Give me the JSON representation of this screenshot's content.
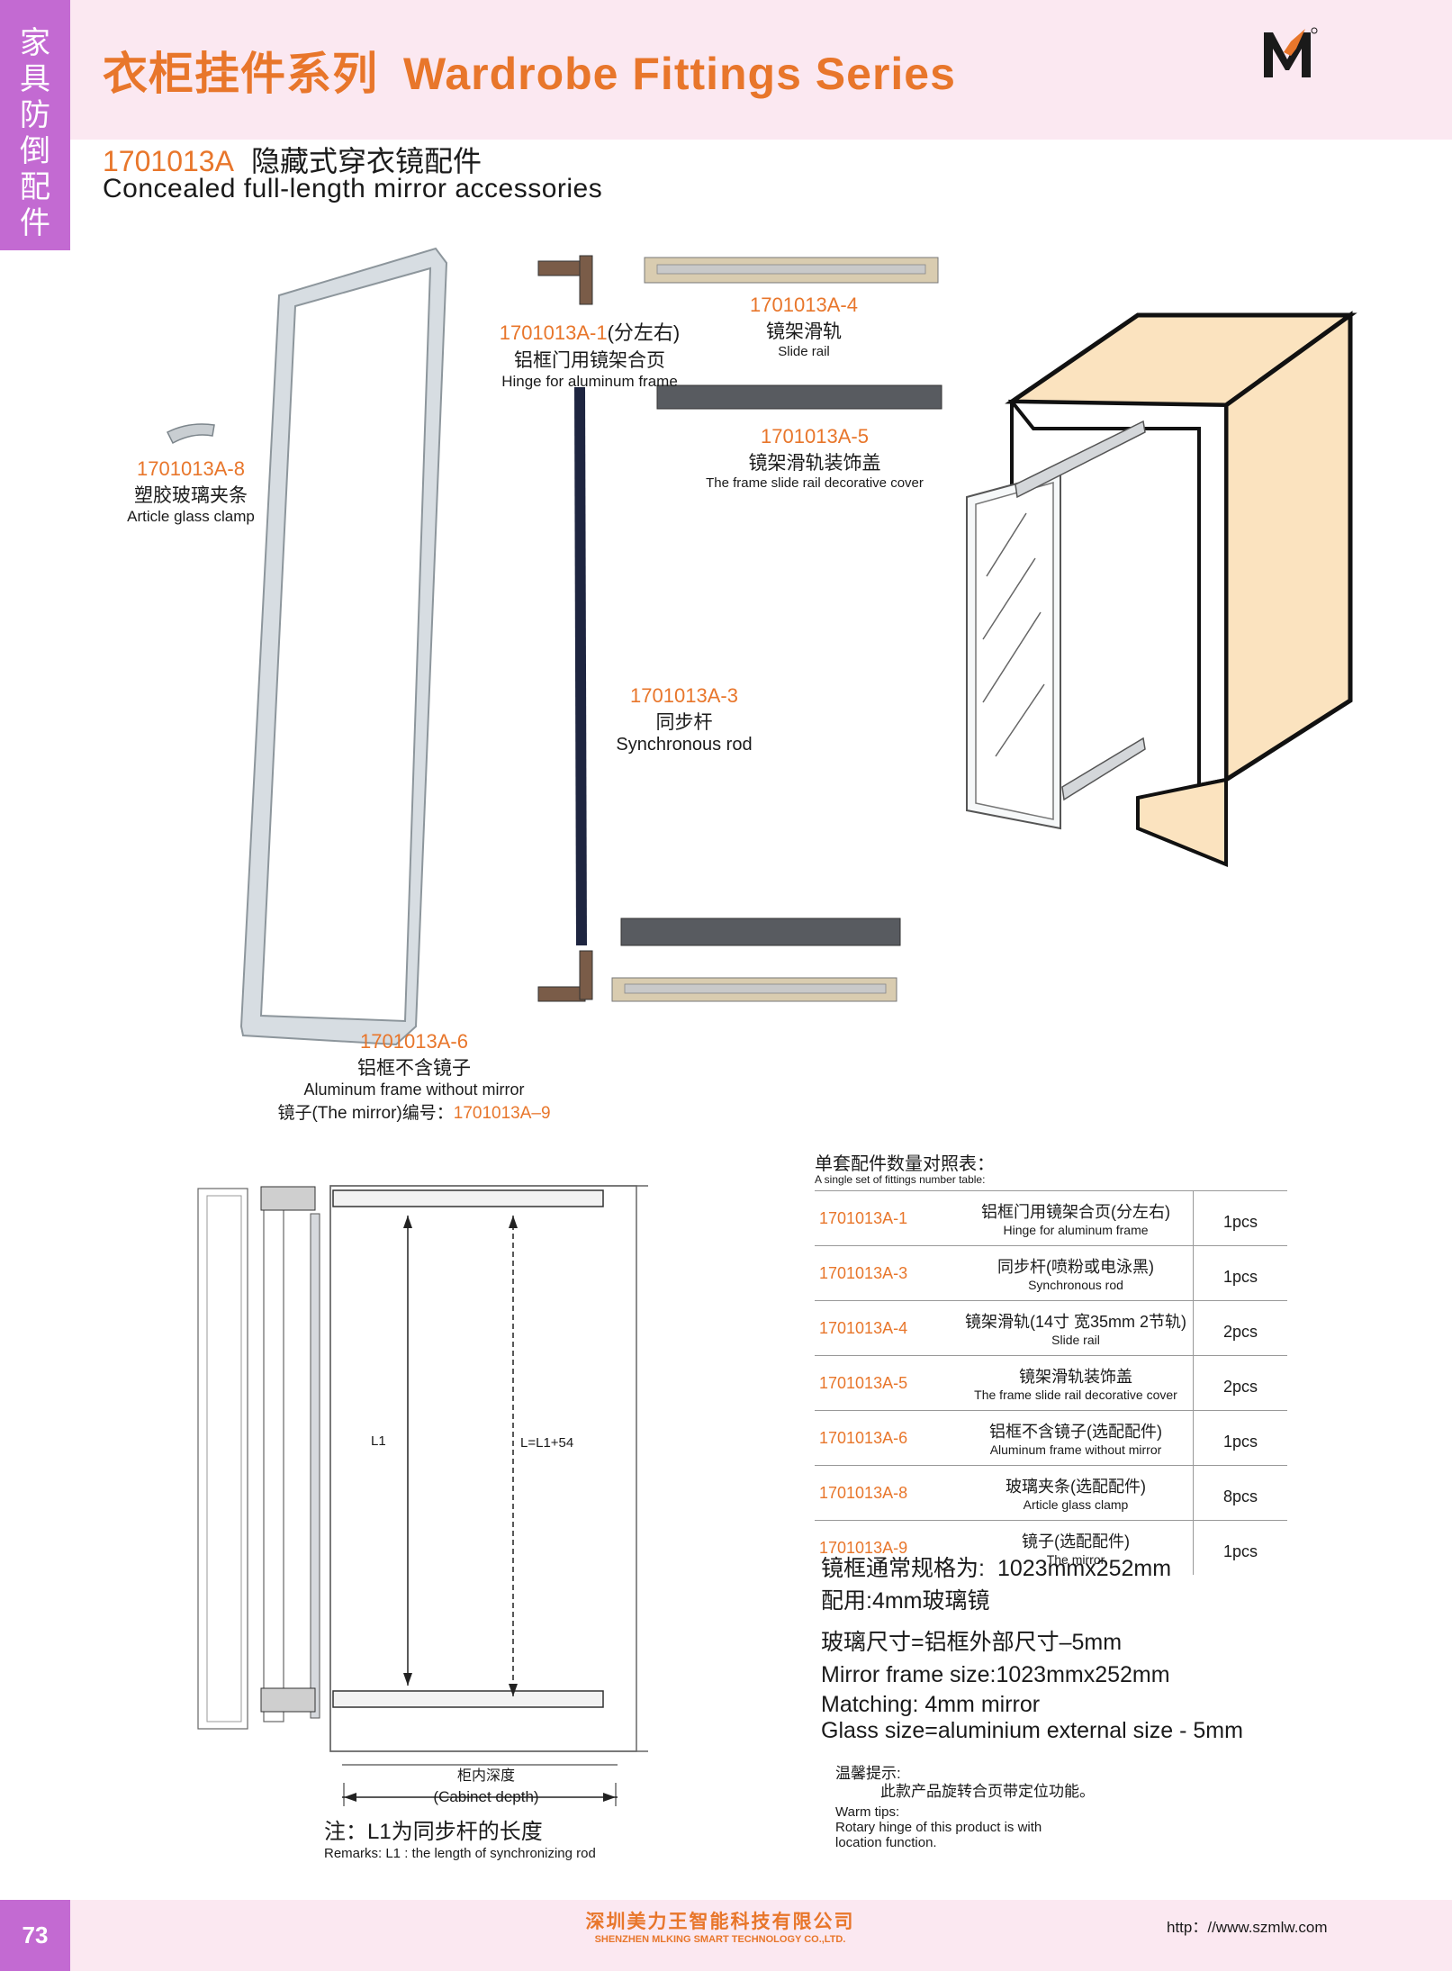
{
  "header": {
    "side_tab": [
      "家",
      "具",
      "防",
      "倒",
      "配",
      "件"
    ],
    "title_cn": "衣柜挂件系列",
    "title_en": "Wardrobe Fittings Series",
    "product_code": "1701013A",
    "product_name_cn": "隐藏式穿衣镜配件",
    "product_name_en": "Concealed full-length mirror accessories"
  },
  "parts": {
    "p1": {
      "code": "1701013A-1",
      "suffix": "(分左右)",
      "cn": "铝框门用镜架合页",
      "en": "Hinge for aluminum frame"
    },
    "p3": {
      "code": "1701013A-3",
      "cn": "同步杆",
      "en": "Synchronous rod"
    },
    "p4": {
      "code": "1701013A-4",
      "cn": "镜架滑轨",
      "en": "Slide rail"
    },
    "p5": {
      "code": "1701013A-5",
      "cn": "镜架滑轨装饰盖",
      "en": "The frame slide rail decorative cover"
    },
    "p6": {
      "code": "1701013A-6",
      "cn": "铝框不含镜子",
      "en": "Aluminum frame without mirror",
      "mirror_prefix": "镜子(The mirror)编号：",
      "mirror_code": "1701013A–9"
    },
    "p8": {
      "code": "1701013A-8",
      "cn": "塑胶玻璃夹条",
      "en": "Article glass clamp"
    }
  },
  "drawing": {
    "l1": "L1",
    "l_formula": "L=L1+54",
    "depth_cn": "柜内深度",
    "depth_en": "(Cabinet depth)",
    "remark_cn": "注：L1为同步杆的长度",
    "remark_en": "Remarks: L1 : the length of synchronizing rod"
  },
  "table": {
    "title_cn": "单套配件数量对照表：",
    "title_en": "A single set of fittings number table:",
    "rows": [
      {
        "code": "1701013A-1",
        "cn": "铝框门用镜架合页(分左右)",
        "en": "Hinge for aluminum frame",
        "qty": "1pcs"
      },
      {
        "code": "1701013A-3",
        "cn": "同步杆(喷粉或电泳黑)",
        "en": "Synchronous rod",
        "qty": "1pcs"
      },
      {
        "code": "1701013A-4",
        "cn": "镜架滑轨(14寸 宽35mm 2节轨)",
        "en": "Slide rail",
        "qty": "2pcs"
      },
      {
        "code": "1701013A-5",
        "cn": "镜架滑轨装饰盖",
        "en": "The frame slide rail decorative cover",
        "qty": "2pcs"
      },
      {
        "code": "1701013A-6",
        "cn": "铝框不含镜子(选配配件)",
        "en": "Aluminum frame without mirror",
        "qty": "1pcs"
      },
      {
        "code": "1701013A-8",
        "cn": "玻璃夹条(选配配件)",
        "en": "Article glass clamp",
        "qty": "8pcs"
      },
      {
        "code": "1701013A-9",
        "cn": "镜子(选配配件)",
        "en": "The mirror",
        "qty": "1pcs"
      }
    ]
  },
  "specs": {
    "line1_label": "镜框通常规格为:",
    "line1_value": "1023mmx252mm",
    "line2": "配用:4mm玻璃镜",
    "line3": "玻璃尺寸=铝框外部尺寸–5mm",
    "line4": "Mirror frame size:1023mmx252mm",
    "line5": "Matching: 4mm mirror",
    "line6": "Glass size=aluminium external size - 5mm"
  },
  "tips": {
    "title_cn": "温馨提示:",
    "body_cn": "此款产品旋转合页带定位功能。",
    "title_en": "Warm tips:",
    "body_en_1": "Rotary hinge of this product is with",
    "body_en_2": "location function."
  },
  "footer": {
    "page_number": "73",
    "company_cn": "深圳美力王智能科技有限公司",
    "company_en": "SHENZHEN MLKING SMART TECHNOLOGY CO.,LTD.",
    "website": "http：//www.szmlw.com"
  },
  "colors": {
    "accent": "#e8762b",
    "tab": "#c36ad2",
    "band": "#fbe8f1"
  },
  "icons": {
    "logo": "mlking-logo-icon"
  }
}
